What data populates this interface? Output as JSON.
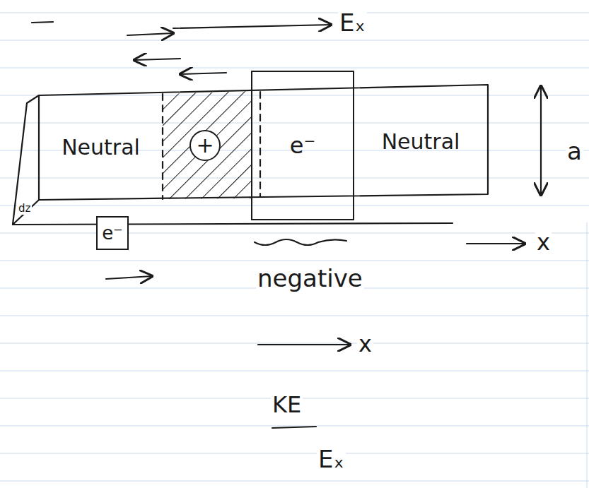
{
  "diagram": {
    "nodes": [
      {
        "text": [
          "Neutral"
        ]
      },
      {
        "text": [
          "+"
        ]
      },
      {
        "text": [
          "e⁻"
        ]
      },
      {
        "text": [
          "Neutral"
        ]
      },
      {
        "text": [
          "e⁻"
        ]
      }
    ],
    "labels": [
      "Eₓ",
      "dz",
      "a",
      "negative",
      "x",
      "x",
      "KE",
      "Eₓ"
    ]
  }
}
